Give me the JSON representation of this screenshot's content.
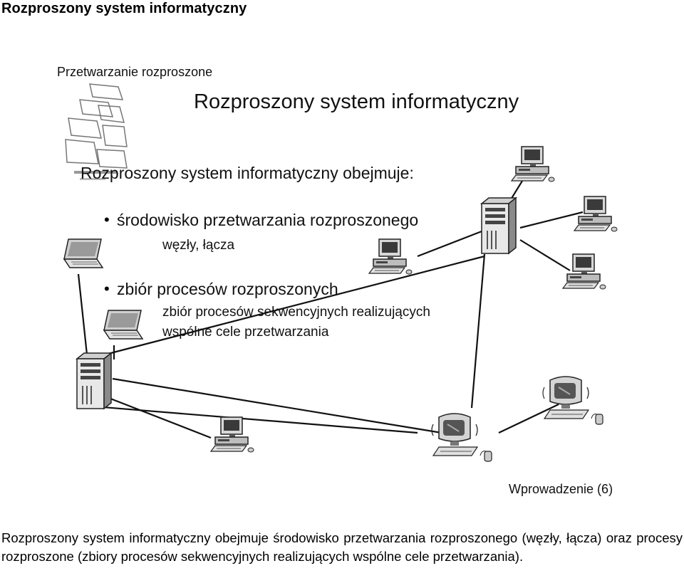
{
  "page_heading": "Rozproszony system informatyczny",
  "slide": {
    "subtitle": "Przetwarzanie rozproszone",
    "title": "Rozproszony system informatyczny",
    "lead": "Rozproszony system informatyczny obejmuje:",
    "bullets": [
      {
        "text": "środowisko przetwarzania rozproszonego",
        "sub": [
          "węzły, łącza"
        ]
      },
      {
        "text": "zbiór procesów rozproszonych",
        "sub": [
          "zbiór procesów sekwencyjnych realizujących",
          "wspólne cele przetwarzania"
        ]
      }
    ],
    "footer": "Wprowadzenie (6)",
    "bullet_glyph": "•",
    "icons": [
      "logo-grid-icon",
      "desktop-computer-icon",
      "server-tower-icon",
      "laptop-icon",
      "workstation-icon"
    ]
  },
  "caption": "Rozproszony system informatyczny obejmuje środowisko przetwarzania rozproszonego (węzły, łącza) oraz procesy rozproszone (zbiory procesów sekwencyjnych realizujących wspólne cele przetwarzania)."
}
